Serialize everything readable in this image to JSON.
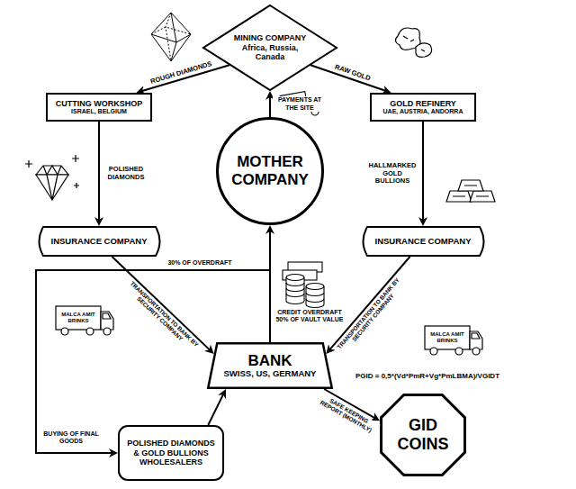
{
  "diagram": {
    "nodes": [
      {
        "text": [
          "MINING COMPANY",
          "Africa, Russia, Canada"
        ]
      },
      {
        "text": [
          "CUTTING WORKSHOP",
          "ISRAEL, BELGIUM"
        ]
      },
      {
        "text": [
          "GOLD REFINERY",
          "UAE, AUSTRIA, ANDORRA"
        ]
      },
      {
        "text": [
          "MOTHER COMPANY"
        ]
      },
      {
        "text": [
          "INSURANCE COMPANY"
        ]
      },
      {
        "text": [
          "INSURANCE COMPANY"
        ]
      },
      {
        "text": [
          "BANK",
          "SWISS, US, GERMANY"
        ]
      },
      {
        "text": [
          "POLISHED DIAMONDS & GOLD BULLIONS WHOLESALERS"
        ]
      },
      {
        "text": [
          "GID COINS"
        ]
      }
    ],
    "edges": [
      {
        "from": 0,
        "to": 1,
        "label": "ROUGH DIAMONDS",
        "arrow": "to"
      },
      {
        "from": 0,
        "to": 2,
        "label": "RAW GOLD",
        "arrow": "to"
      },
      {
        "from": 3,
        "to": 0,
        "label": "PAYMENTS AT THE SITE",
        "arrow": "to"
      },
      {
        "from": 1,
        "to": 4,
        "label": "POLISHED DIAMONDS",
        "arrow": "to"
      },
      {
        "from": 2,
        "to": 5,
        "label": "HALLMARKED GOLD BULLIONS",
        "arrow": "to"
      },
      {
        "from": 4,
        "to": 6,
        "label": "TRANSPORTATION TO BANK BY SECURITY COMPANY",
        "arrow": "to"
      },
      {
        "from": 5,
        "to": 6,
        "label": "TRANSPORTATION TO BANK BY SECURITY COMPANY",
        "arrow": "to"
      },
      {
        "from": 6,
        "to": 3,
        "label": "CREDIT OVERDRAFT 50% OF VAULT VALUE",
        "arrow": "to"
      },
      {
        "from": 6,
        "to": 7,
        "label": "30% OF OVERDRAFT",
        "arrow": "to"
      },
      {
        "from": 7,
        "to": 6,
        "arrow": "to"
      },
      {
        "from": 6,
        "to": 8,
        "label": "SAFE KEEPING REPORT (MONTHLY)",
        "arrow": "to"
      }
    ],
    "labels": [
      "BUYING OF FINAL GOODS",
      "MALCA AMIT BRINKS",
      "MALCA AMIT BRINKS",
      "PGID = 0,5*(Vd*PmR+Vg*PmLBMA)/VGIDT"
    ]
  }
}
